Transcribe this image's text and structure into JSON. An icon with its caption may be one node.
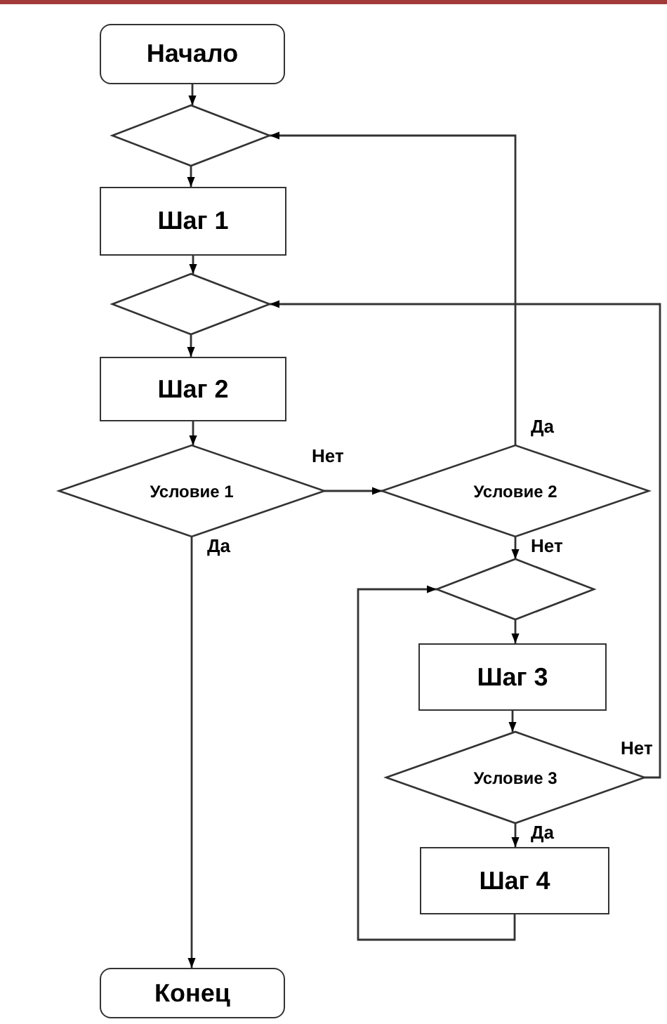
{
  "diagram": {
    "nodes": [
      {
        "text": [
          "Начало"
        ]
      },
      {
        "text": [],
        "shape": "diamond"
      },
      {
        "text": [
          "Шаг 1"
        ]
      },
      {
        "text": [],
        "shape": "diamond"
      },
      {
        "text": [
          "Шаг 2"
        ]
      },
      {
        "text": [
          "Условие 1"
        ]
      },
      {
        "text": [
          "Условие 2"
        ]
      },
      {
        "text": [],
        "shape": "diamond"
      },
      {
        "text": [
          "Шаг 3"
        ]
      },
      {
        "text": [
          "Условие 3"
        ]
      },
      {
        "text": [
          "Шаг 4"
        ]
      },
      {
        "text": [
          "Конец"
        ]
      }
    ],
    "edges": [
      {
        "from": 0,
        "to": 1,
        "arrow": "to"
      },
      {
        "from": 1,
        "to": 2,
        "arrow": "to"
      },
      {
        "from": 2,
        "to": 3,
        "arrow": "to"
      },
      {
        "from": 3,
        "to": 4,
        "arrow": "to"
      },
      {
        "from": 4,
        "to": 5,
        "arrow": "to"
      },
      {
        "from": 5,
        "to": 6,
        "arrow": "to",
        "label": "Нет"
      },
      {
        "from": 5,
        "to": 11,
        "arrow": "to",
        "label": "Да"
      },
      {
        "from": 6,
        "to": 1,
        "arrow": "to",
        "label": "Да"
      },
      {
        "from": 6,
        "to": 7,
        "arrow": "to",
        "label": "Нет"
      },
      {
        "from": 7,
        "to": 8,
        "arrow": "to"
      },
      {
        "from": 8,
        "to": 9,
        "arrow": "to"
      },
      {
        "from": 9,
        "to": 10,
        "arrow": "to",
        "label": "Да"
      },
      {
        "from": 9,
        "to": 3,
        "arrow": "to",
        "label": "Нет"
      },
      {
        "from": 10,
        "to": 7,
        "arrow": "to"
      }
    ]
  }
}
